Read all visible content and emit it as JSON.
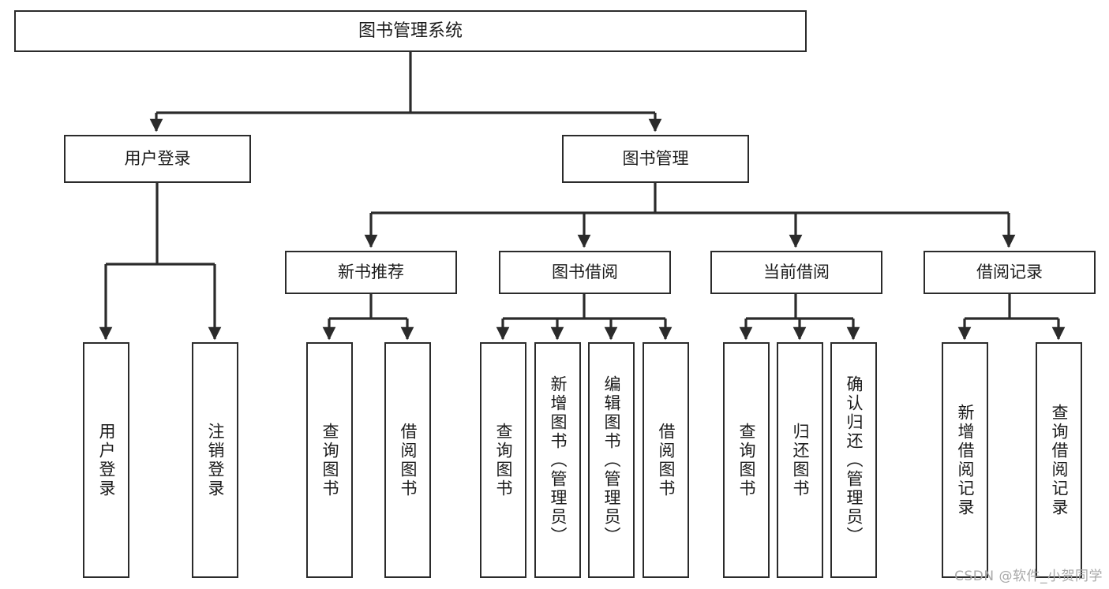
{
  "diagram": {
    "type": "tree",
    "title": "图书管理系统",
    "orientation": "top-down",
    "edge_color": "#2b2b2b",
    "box_border_color": "#2b2b2b",
    "box_fill_color": "#ffffff",
    "text_color": "#1b1b1b",
    "levels": 4
  },
  "nodes": {
    "root": {
      "label": "图书管理系统"
    },
    "level2": [
      {
        "label": "用户登录"
      },
      {
        "label": "图书管理"
      }
    ],
    "level3": [
      {
        "label": "新书推荐"
      },
      {
        "label": "图书借阅"
      },
      {
        "label": "当前借阅"
      },
      {
        "label": "借阅记录"
      }
    ],
    "leaves": {
      "user_login": [
        {
          "label": "用户登录"
        },
        {
          "label": "注销登录"
        }
      ],
      "new_book_recommend": [
        {
          "label": "查询图书"
        },
        {
          "label": "借阅图书"
        }
      ],
      "book_borrow": [
        {
          "label": "查询图书"
        },
        {
          "label": "新增图书（管理员）"
        },
        {
          "label": "编辑图书（管理员）"
        },
        {
          "label": "借阅图书"
        }
      ],
      "current_borrow": [
        {
          "label": "查询图书"
        },
        {
          "label": "归还图书"
        },
        {
          "label": "确认归还（管理员）"
        }
      ],
      "borrow_record": [
        {
          "label": "新增借阅记录"
        },
        {
          "label": "查询借阅记录"
        }
      ]
    }
  },
  "watermark": {
    "text": "CSDN @软件_小贺同学"
  }
}
